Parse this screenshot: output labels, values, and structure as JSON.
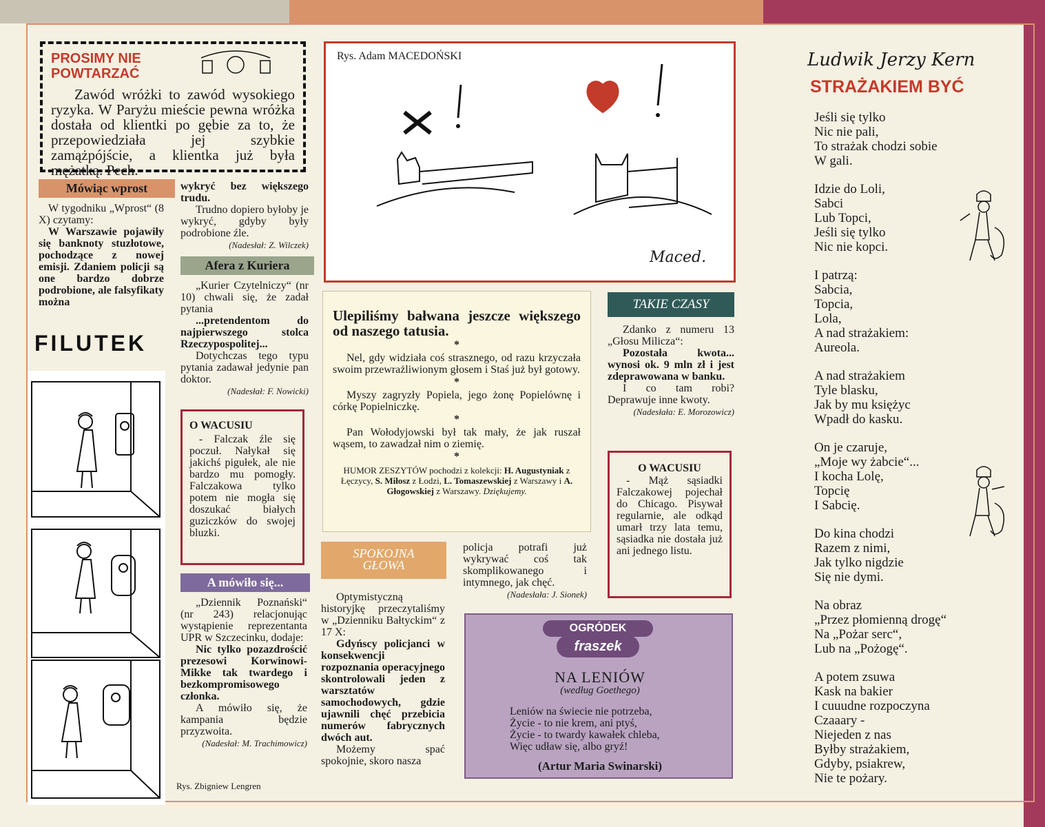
{
  "prosimy": {
    "title1": "PROSIMY NIE",
    "title2": "POWTARZAĆ",
    "body": "Zawód wróżki to zawód wysokiego ryzyka. W Paryżu mieście pewna wróżka dostała od klientki po gębie za to, że przepowiedziała jej szybkie zamążpójście, a klientka już była mężatką. Pech."
  },
  "mowiac": {
    "header": "Mówiąc wprost",
    "intro": "W tygodniku „Wprost“ (8 X) czytamy:",
    "quote": "W Warszawie pojawiły się banknoty stuzłotowe, pochodzące z nowej emisji. Zdaniem policji są one bardzo dobrze podrobione, ale falsyfikaty można",
    "quote_cont": "wykryć bez większego trudu.",
    "tail": "Trudno dopiero byłoby je wykryć, gdyby były podrobione źle.",
    "credit": "(Nadesłał: Z. Wilczek)"
  },
  "afera": {
    "header": "Afera z Kuriera",
    "intro": "„Kurier Czytelniczy“ (nr 10) chwali się, że zadał pytania",
    "quote": "...pretendentom do najpierwszego stolca Rzeczypospolitej...",
    "tail": "Dotychczas tego typu pytania zadawał jedynie pan doktor.",
    "credit": "(Nadesłał: F. Nowicki)"
  },
  "filutek": "FILUTEK",
  "wacus1": {
    "title": "O WACUSIU",
    "body": "- Falczak źle się poczuł. Nałykał się jakichś pigułek, ale nie bardzo mu pomogły. Falczakowa tylko potem nie mogła się doszukać białych guziczków do swojej bluzki."
  },
  "mowilo": {
    "header": "A mówiło się...",
    "intro": "„Dziennik Poznański“ (nr 243) relacjonując wystąpienie reprezentanta UPR w Szczecinku, dodaje:",
    "quote": "Nic tylko pozazdrościć prezesowi Korwinowi-Mikke tak twardego i bezkompromisowego członka.",
    "tail": "A mówiło się, że kampania będzie przyzwoita.",
    "credit": "(Nadesłał: M. Trachimowicz)"
  },
  "lengren_credit": "Rys. Zbigniew Lengren",
  "cartoon": {
    "credit": "Rys. Adam MACEDOŃSKI",
    "signature": "Maced."
  },
  "humor": {
    "headline": "Ulepiliśmy bałwana jeszcze większego od naszego tatusia.",
    "star": "*",
    "p1": "Nel, gdy widziała coś strasznego, od razu krzyczała swoim przewrażliwionym głosem i Staś już był gotowy.",
    "p2": "Myszy zagryzły Popiela, jego żonę Popielównę i córkę Popielniczkę.",
    "p3": "Pan Wołodyjowski był tak mały, że jak ruszał wąsem, to zawadzał nim o ziemię.",
    "src_a": "HUMOR ZESZYTÓW pochodzi z kolekcji: ",
    "src_n1": "H. Augustyniak",
    "src_b": " z Łęczycy, ",
    "src_n2": "S. Miłosz",
    "src_c": " z Łodzi, ",
    "src_n3": "L. Tomaszewskiej",
    "src_d": " z Warszawy i ",
    "src_n4": "A. Głogowskiej",
    "src_e": " z Warszawy. ",
    "src_thanks": "Dziękujemy."
  },
  "spokojna": {
    "header1": "SPOKOJNA",
    "header2": "GŁOWA",
    "intro": "Optymistyczną historyjkę przeczytaliśmy w „Dzienniku Bałtyckim“ z 17 X:",
    "quote": "Gdyńscy policjanci w konsekwencji rozpoznania operacyjnego skontrolowali jeden z warsztatów samochodowych, gdzie ujawnili chęć przebicia numerów fabrycznych dwóch aut.",
    "tail": "Możemy spać spokojnie, skoro nasza",
    "cont": "policja potrafi już wykrywać coś tak skomplikowanego i intymnego, jak chęć.",
    "credit": "(Nadesłała: J. Sionek)"
  },
  "ogrodek": {
    "logo1": "OGRÓDEK",
    "logo2": "fraszek",
    "title": "NA LENIÓW",
    "subtitle": "(według Goethego)",
    "lines": [
      "Leniów na świecie nie potrzeba,",
      "Życie - to nie krem, ani ptyś,",
      "Życie - to twardy kawałek chleba,",
      "Więc udław się, albo gryź!"
    ],
    "author": "(Artur Maria Swinarski)"
  },
  "takie": {
    "header": "TAKIE CZASY",
    "intro": "Zdanko z numeru 13 „Głosu Milicza“:",
    "quote": "Pozostała kwota... wynosi ok. 9 mln zł i jest zdeprawowana w banku.",
    "tail": "I co tam robi? Deprawuje inne kwoty.",
    "credit": "(Nadesłała: E. Morozowicz)"
  },
  "wacus2": {
    "title": "O WACUSIU",
    "body": "- Mąż sąsiadki Falczakowej pojechał do Chicago. Pisywał regularnie, ale odkąd umarł trzy lata temu, sąsiadka nie dostała już ani jednego listu."
  },
  "kern": {
    "author": "Ludwik Jerzy Kern",
    "title": "STRAŻAKIEM BYĆ",
    "stanzas": [
      [
        "Jeśli się tylko",
        "Nic nie pali,",
        "To strażak chodzi sobie",
        "W gali."
      ],
      [
        "Idzie do Loli,",
        "Sabci",
        "Lub Topci,",
        "Jeśli się tylko",
        "Nic nie kopci."
      ],
      [
        "I patrzą:",
        "Sabcia,",
        "Topcia,",
        "Lola,",
        "A nad strażakiem:",
        "Aureola."
      ],
      [
        "A nad strażakiem",
        "Tyle blasku,",
        "Jak by mu księżyc",
        "Wpadł do kasku."
      ],
      [
        "On je czaruje,",
        "„Moje wy żabcie“...",
        "I kocha Lolę,",
        "Topcię",
        "I Sabcię."
      ],
      [
        "Do kina chodzi",
        "Razem z nimi,",
        "Jak tylko nigdzie",
        "Się nie dymi."
      ],
      [
        "Na obraz",
        "„Przez płomienną drogę“",
        "Na „Pożar serc“,",
        "Lub na „Pożogę“."
      ],
      [
        "A potem zsuwa",
        "Kask na bakier",
        "I cuuudne rozpoczyna",
        "Czaaary -",
        "Niejeden z nas",
        "Byłby strażakiem,",
        "Gdyby, psiakrew,",
        "Nie te pożary."
      ]
    ]
  }
}
